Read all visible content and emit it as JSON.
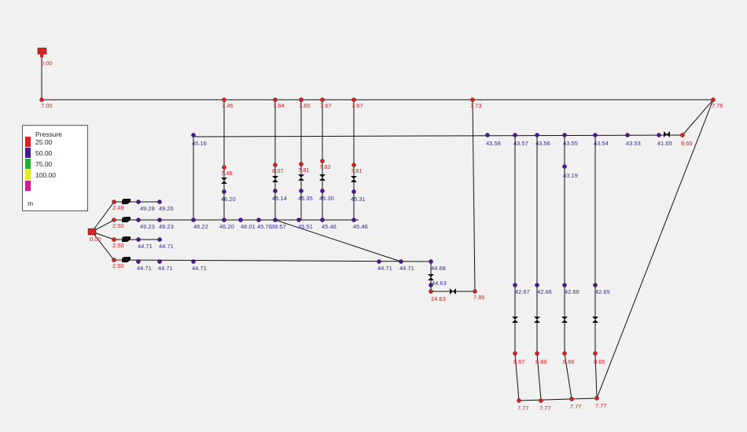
{
  "legend": {
    "title": "Pressure",
    "items": [
      {
        "label": "25.00",
        "color": "#d62222"
      },
      {
        "label": "50.00",
        "color": "#4b1a8c"
      },
      {
        "label": "75.00",
        "color": "#22b02e"
      },
      {
        "label": "100.00",
        "color": "#e6e62a"
      },
      {
        "label": "",
        "color": "#cc1f8a"
      }
    ],
    "unit": "m"
  },
  "colors": {
    "low": "#d62222",
    "mid": "#4b1a8c",
    "pipe": "#111111",
    "label_low": "#cc2020",
    "label_mid": "#3a2a8a"
  },
  "pressures": {
    "tank": "0.00",
    "main_start": "7.00",
    "hub": "7.76",
    "top_main": [
      "7.46",
      "7.64",
      "7.65",
      "7.67",
      "7.67",
      "7.73"
    ],
    "mid_line": [
      "45.16",
      "43.58",
      "43.57",
      "43.56",
      "43.55",
      "43.54",
      "43.53",
      "41.65",
      "9.65"
    ],
    "branch_drops_upper": [
      "7.46",
      "8.07",
      "7.81",
      "7.82",
      "7.81"
    ],
    "branch_drops_lower": [
      "46.20",
      "45.14",
      "45.35",
      "45.30",
      "45.31"
    ],
    "col_43_19": "43.19",
    "header_line": [
      "46.22",
      "46.20",
      "46.01",
      "45.76",
      "39.57",
      "45.51",
      "45.46",
      "45.46"
    ],
    "reservoir": "0.00",
    "pumps_out": [
      "2.49",
      "2.50",
      "2.50",
      "2.50"
    ],
    "pump_line1": [
      "49.28",
      "49.26"
    ],
    "pump_line2": [
      "49.23",
      "49.23"
    ],
    "pump_line3": [
      "44.71",
      "44.71"
    ],
    "pump_line4": [
      "44.71",
      "44.71",
      "44.71",
      "44.71",
      "44.71"
    ],
    "right_junction": [
      "44.68",
      "44.63",
      "24.63",
      "7.85"
    ],
    "lower_cols_upper": [
      "42.67",
      "42.66",
      "42.66",
      "42.65"
    ],
    "lower_cols_lower": [
      "8.67",
      "8.66",
      "8.66",
      "8.65"
    ],
    "bottom_row": [
      "7.77",
      "7.77",
      "7.77",
      "7.77"
    ]
  }
}
